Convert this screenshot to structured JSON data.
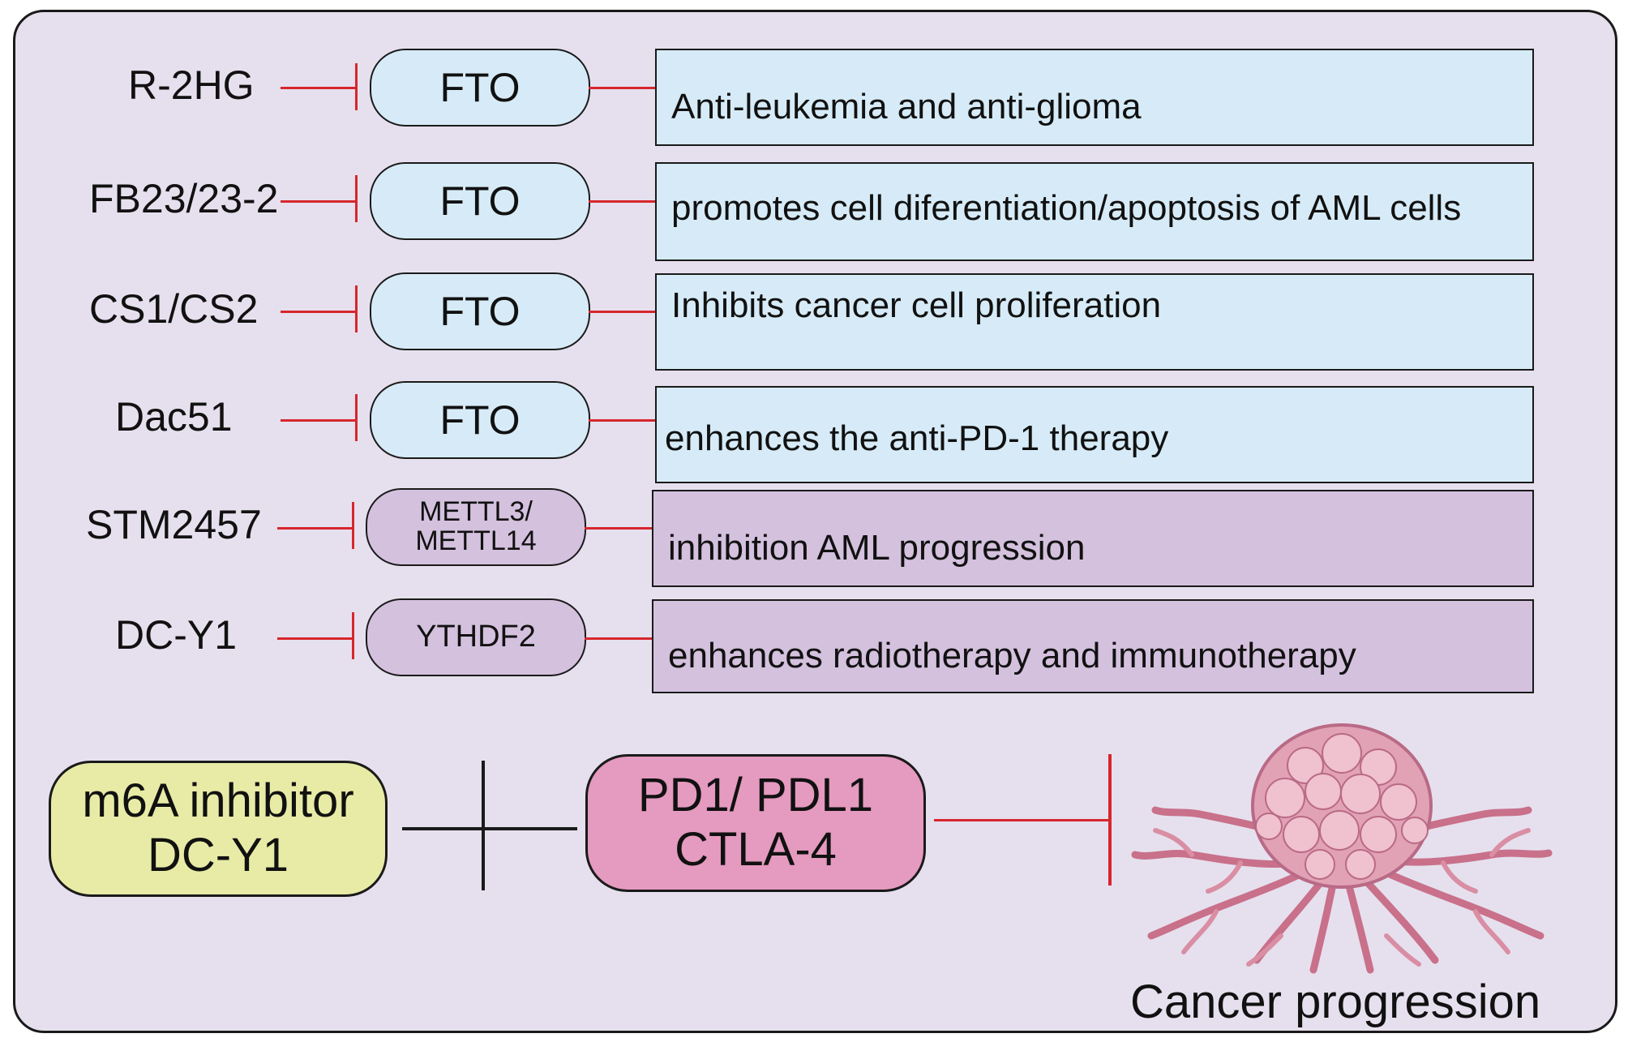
{
  "rows": [
    {
      "drug": "R-2HG",
      "target": "FTO",
      "effect": "Anti-leukemia and anti-glioma"
    },
    {
      "drug": "FB23/23-2",
      "target": "FTO",
      "effect": "promotes cell diferentiation/apoptosis of AML cells"
    },
    {
      "drug": "CS1/CS2",
      "target": "FTO",
      "effect": "Inhibits cancer cell proliferation"
    },
    {
      "drug": "Dac51",
      "target": "FTO",
      "effect": "enhances the anti-PD-1 therapy"
    },
    {
      "drug": "STM2457",
      "target_line1": "METTL3/",
      "target_line2": "METTL14",
      "effect": "inhibition AML progression"
    },
    {
      "drug": "DC-Y1",
      "target": "YTHDF2",
      "effect": "enhances radiotherapy and immunotherapy"
    }
  ],
  "bottom": {
    "inhibitor_line1": "m6A inhibitor",
    "inhibitor_line2": "DC-Y1",
    "checkpoint_line1": "PD1/ PDL1",
    "checkpoint_line2": "CTLA-4",
    "outcome": "Cancer progression",
    "tumor_icon": "tumor-cell-illustration"
  },
  "colors": {
    "panel": "#e6e0ee",
    "blue_fill": "#d6ebf7",
    "purple_fill": "#d4c1de",
    "inhibitor_fill": "#e8eba6",
    "checkpoint_fill": "#e59abf",
    "inhibition_line": "#d7262d"
  }
}
